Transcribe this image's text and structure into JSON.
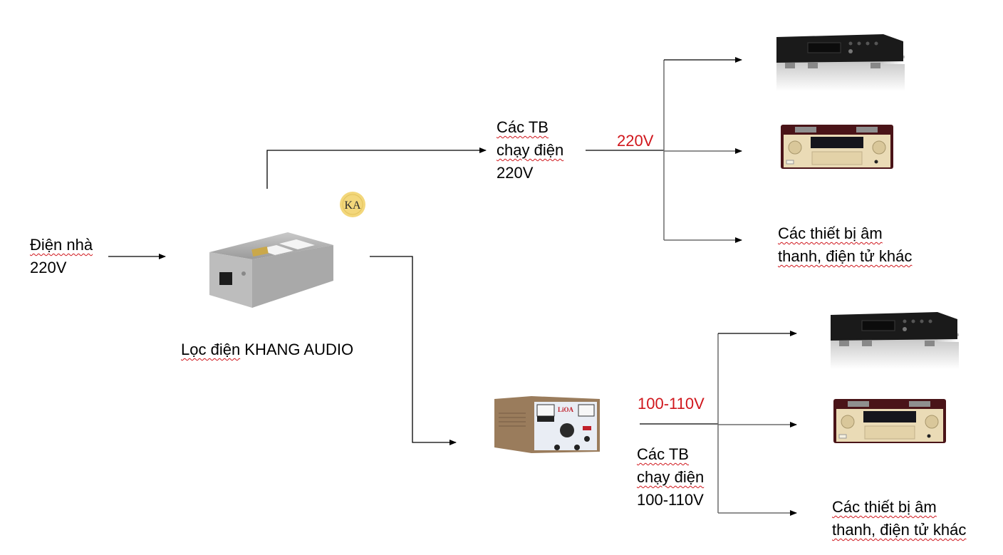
{
  "diagram": {
    "source": {
      "line1": "Điện nhà",
      "line2": "220V"
    },
    "filter": {
      "label_part1": "Lọc điện",
      "label_part2": " KHANG AUDIO",
      "icon": "power-filter-icon"
    },
    "logo": {
      "text": "KA",
      "icon": "khang-audio-logo-icon"
    },
    "branch_220": {
      "group_line1": "Các TB",
      "group_line2": "chạy điện",
      "group_line3": "220V",
      "voltage_label": "220V",
      "devices": [
        {
          "name": "CD player",
          "icon": "cd-player-icon"
        },
        {
          "name": "Amplifier",
          "icon": "amplifier-icon"
        },
        {
          "line1": "Các thiết bị âm",
          "line2": "thanh, điện tử khác"
        }
      ]
    },
    "branch_110": {
      "transformer": {
        "brand": "LiOA",
        "icon": "voltage-transformer-icon"
      },
      "voltage_label": "100-110V",
      "group_line1": "Các TB",
      "group_line2": "chạy điện",
      "group_line3": "100-110V",
      "devices": [
        {
          "name": "CD player",
          "icon": "cd-player-icon"
        },
        {
          "name": "Amplifier",
          "icon": "amplifier-icon"
        },
        {
          "line1": "Các thiết bị âm",
          "line2": "thanh, điện tử khác"
        }
      ]
    },
    "colors": {
      "voltage": "#d0161c",
      "line": "#000000",
      "line_grey": "#6b6b6b"
    }
  }
}
